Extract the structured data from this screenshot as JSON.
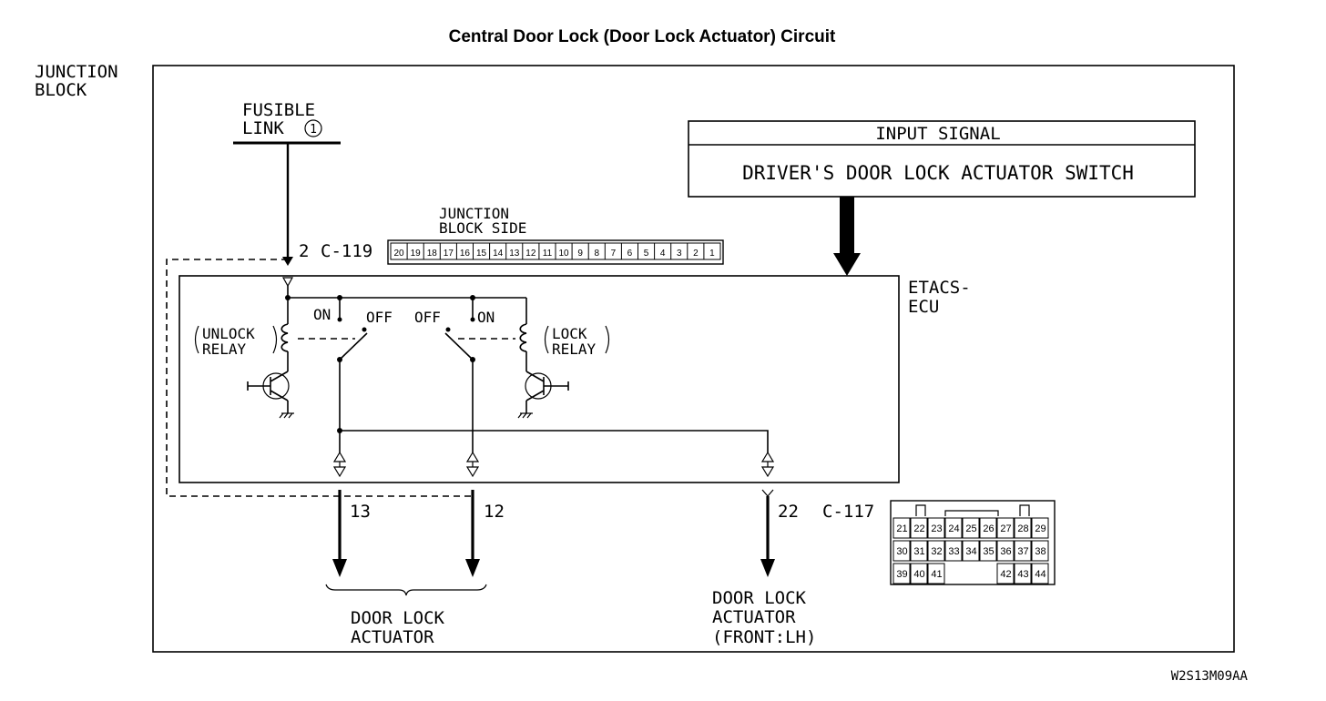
{
  "title": "Central Door Lock (Door Lock Actuator) Circuit",
  "junction_block": {
    "line1": "JUNCTION",
    "line2": "BLOCK"
  },
  "fusible_link": {
    "line1": "FUSIBLE",
    "line2": "LINK",
    "number": "1"
  },
  "input_signal": {
    "header": "INPUT SIGNAL",
    "value": "DRIVER'S DOOR LOCK ACTUATOR SWITCH"
  },
  "junction_block_side": {
    "line1": "JUNCTION",
    "line2": "BLOCK SIDE",
    "pins": [
      "20",
      "19",
      "18",
      "17",
      "16",
      "15",
      "14",
      "13",
      "12",
      "11",
      "10",
      "9",
      "8",
      "7",
      "6",
      "5",
      "4",
      "3",
      "2",
      "1"
    ]
  },
  "c119": {
    "pin": "2",
    "connector": "C-119"
  },
  "etacs": {
    "line1": "ETACS-",
    "line2": "ECU"
  },
  "unlock_relay": {
    "line1": "UNLOCK",
    "line2": "RELAY"
  },
  "lock_relay": {
    "line1": "LOCK",
    "line2": "RELAY"
  },
  "switch_labels": {
    "on_left": "ON",
    "off_left": "OFF",
    "off_right": "OFF",
    "on_right": "ON"
  },
  "outputs": {
    "pin13": "13",
    "pin12": "12",
    "pin22": "22",
    "c117": "C-117"
  },
  "door_lock_actuator": {
    "line1": "DOOR LOCK",
    "line2": "ACTUATOR"
  },
  "door_lock_actuator_lh": {
    "line1": "DOOR LOCK",
    "line2": "ACTUATOR",
    "line3": "(FRONT:LH)"
  },
  "c117_pins": {
    "row1": [
      "21",
      "22",
      "23",
      "24",
      "25",
      "26",
      "27",
      "28",
      "29"
    ],
    "row2": [
      "30",
      "31",
      "32",
      "33",
      "34",
      "35",
      "36",
      "37",
      "38"
    ],
    "row3_left": [
      "39",
      "40",
      "41"
    ],
    "row3_right": [
      "42",
      "43",
      "44"
    ]
  },
  "code": "W2S13M09AA"
}
